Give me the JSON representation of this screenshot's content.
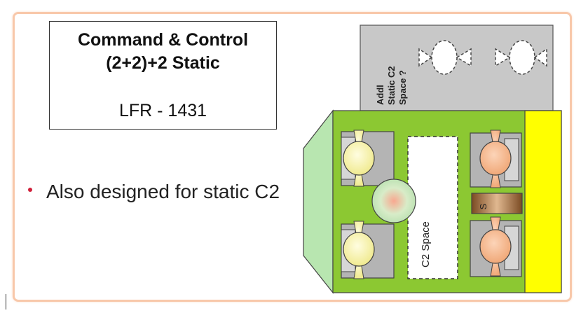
{
  "title_box": {
    "line1": "Command & Control",
    "line2": "(2+2)+2 Static",
    "line3": "LFR - 1431"
  },
  "bullet": {
    "text": "Also designed for static C2"
  },
  "diagram": {
    "addl_label": [
      "Addl",
      "Static C2",
      "Space ?"
    ],
    "c2_space_label": "C2 Space",
    "s_label": "S"
  },
  "colors": {
    "frame_border": "#f8c8aa",
    "vehicle_green": "#8cc832",
    "nose_green": "#b8e6b0",
    "rear_yellow": "#ffff00",
    "addl_grey": "#c8c8c8",
    "seat_grey": "#b4b4b4",
    "front_occupant": "#f4f0a0",
    "rear_occupant": "#f4b48c",
    "s_box": "#c08858",
    "bullet_red": "#d0203a"
  }
}
